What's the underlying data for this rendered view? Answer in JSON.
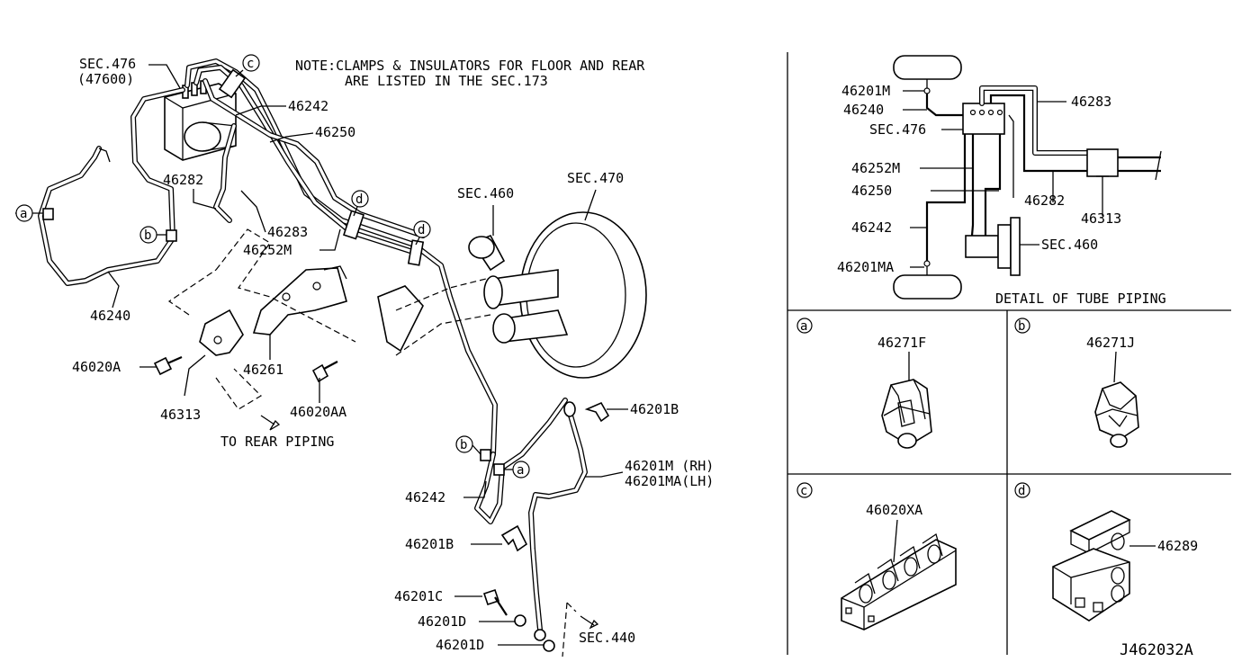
{
  "note": {
    "line1": "NOTE:CLAMPS & INSULATORS FOR FLOOR AND REAR",
    "line2": "ARE LISTED IN THE SEC.173"
  },
  "main_labels": {
    "sec476": "SEC.476",
    "p47600": "(47600)",
    "p46242_top": "46242",
    "p46250": "46250",
    "p46282": "46282",
    "p46283": "46283",
    "p46252M": "46252M",
    "p46240": "46240",
    "p46020A": "46020A",
    "p46313": "46313",
    "p46261": "46261",
    "p46020AA": "46020AA",
    "to_rear": "TO REAR PIPING",
    "sec460": "SEC.460",
    "sec470": "SEC.470",
    "p46201B_top": "46201B",
    "p46201M_rh": "46201M (RH)",
    "p46201MA_lh": "46201MA(LH)",
    "p46242_low": "46242",
    "p46201B_low": "46201B",
    "p46201C": "46201C",
    "p46201D_1": "46201D",
    "p46201D_2": "46201D",
    "sec440": "SEC.440"
  },
  "callouts": {
    "a": "a",
    "b": "b",
    "c": "c",
    "d": "d"
  },
  "detail": {
    "title": "DETAIL OF TUBE PIPING",
    "p46201M": "46201M",
    "p46240": "46240",
    "sec476": "SEC.476",
    "p46252M": "46252M",
    "p46250": "46250",
    "p46242": "46242",
    "p46201MA": "46201MA",
    "p46283": "46283",
    "p46282": "46282",
    "p46313": "46313",
    "sec460": "SEC.460"
  },
  "panels": {
    "a": {
      "letter": "a",
      "part": "46271F"
    },
    "b": {
      "letter": "b",
      "part": "46271J"
    },
    "c": {
      "letter": "c",
      "part": "46020XA"
    },
    "d": {
      "letter": "d",
      "part": "46289"
    }
  },
  "diagram_id": "J462032A"
}
